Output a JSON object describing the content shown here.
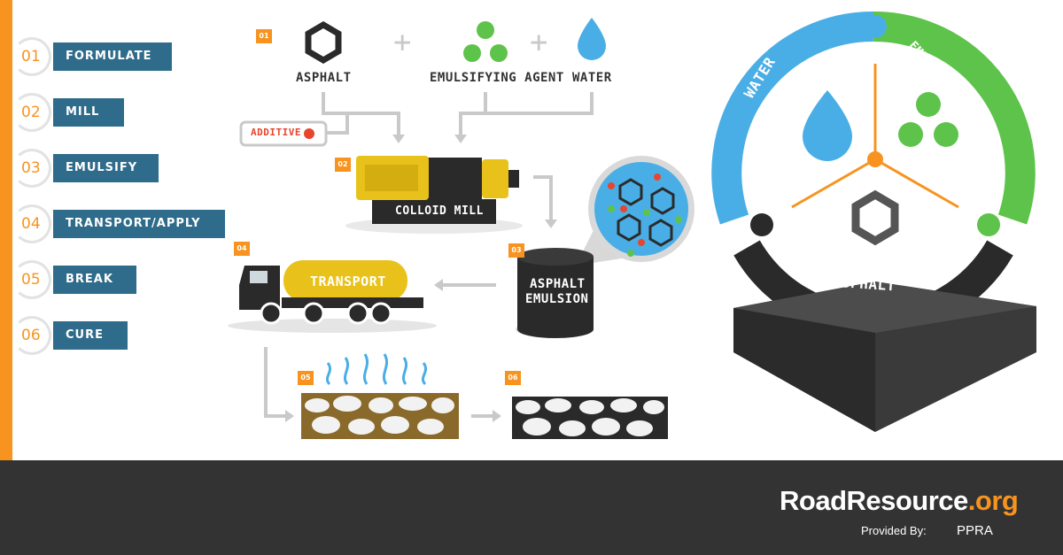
{
  "steps": [
    {
      "num": "01",
      "label": "FORMULATE"
    },
    {
      "num": "02",
      "label": "MILL"
    },
    {
      "num": "03",
      "label": "EMULSIFY"
    },
    {
      "num": "04",
      "label": "TRANSPORT/APPLY"
    },
    {
      "num": "05",
      "label": "BREAK"
    },
    {
      "num": "06",
      "label": "CURE"
    }
  ],
  "diagram": {
    "badges": [
      "01",
      "02",
      "03",
      "04",
      "05",
      "06"
    ],
    "ingredients": {
      "asphalt": "ASPHALT",
      "agent": "EMULSIFYING AGENT",
      "water": "WATER"
    },
    "plus": "+",
    "additive": "ADDITIVE",
    "mill": "COLLOID MILL",
    "emulsion_line1": "ASPHALT",
    "emulsion_line2": "EMULSION",
    "transport": "TRANSPORT"
  },
  "cycle": {
    "water": "WATER",
    "agent": "EMULSIFYING AGENT",
    "asphalt": "ASPHALT"
  },
  "colors": {
    "orange": "#f7931e",
    "blue": "#4aaee6",
    "green": "#5ec34a",
    "navy": "#2f6b8a",
    "yellow": "#e8c21a"
  },
  "footer": {
    "brand_main": "RoadResource",
    "brand_tld": ".org",
    "provided_by": "Provided By:",
    "partner": "PPRA"
  }
}
